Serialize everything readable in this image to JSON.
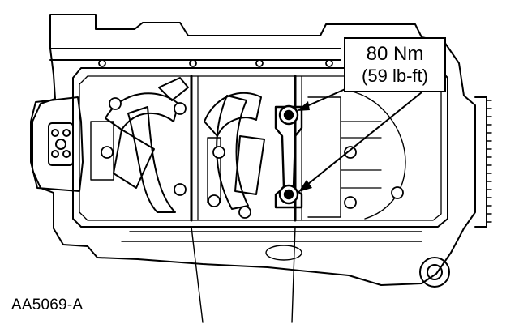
{
  "diagram": {
    "subject": "engine block underside with bearing cap bolts",
    "callout": {
      "torque_nm": "80 Nm",
      "torque_lbft": "(59 lb-ft)"
    },
    "figure_id": "AA5069-A"
  },
  "colors": {
    "line": "#000000",
    "background": "#ffffff"
  }
}
